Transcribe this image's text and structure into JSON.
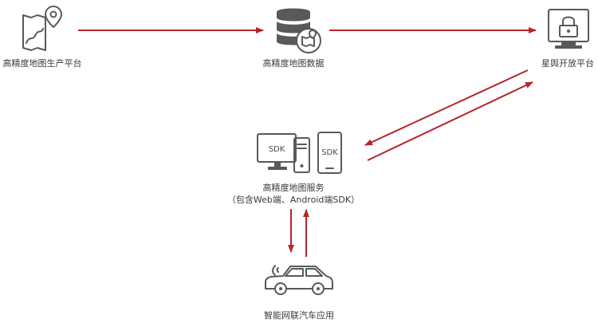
{
  "nodes": {
    "production_platform": {
      "label": "高精度地图生产平台",
      "icon": "map-pin-icon"
    },
    "map_data": {
      "label": "高精度地图数据",
      "icon": "database-map-icon"
    },
    "open_platform": {
      "label": "星舆开放平台",
      "icon": "monitor-lock-icon"
    },
    "map_service": {
      "label": "高精度地图服务",
      "sublabel": "（包含Web端、Android端SDK）",
      "icon": "devices-sdk-icon",
      "device_text_desktop": "SDK",
      "device_text_phone": "SDK"
    },
    "car_app": {
      "label": "智能网联汽车应用",
      "icon": "connected-car-icon"
    }
  },
  "edges": [
    {
      "from": "production_platform",
      "to": "map_data"
    },
    {
      "from": "map_data",
      "to": "open_platform"
    },
    {
      "from": "open_platform",
      "to": "map_service"
    },
    {
      "from": "map_service",
      "to": "open_platform"
    },
    {
      "from": "map_service",
      "to": "car_app"
    },
    {
      "from": "car_app",
      "to": "map_service"
    }
  ],
  "colors": {
    "arrow": "#b5252a",
    "icon": "#595959",
    "text": "#3a3a3a"
  }
}
